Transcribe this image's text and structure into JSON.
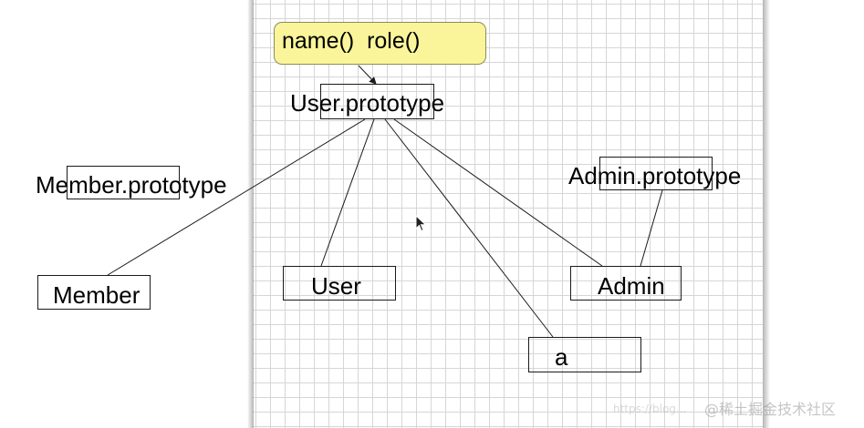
{
  "diagram": {
    "note_label": "name()  role()",
    "nodes": {
      "user_prototype": "User.prototype",
      "member_prototype": "Member.prototype",
      "admin_prototype": "Admin.prototype",
      "member": "Member",
      "user": "User",
      "admin": "Admin",
      "instance_a": "a"
    },
    "edges": [
      {
        "from": "note",
        "to": "user_prototype",
        "arrow": true
      },
      {
        "from": "user_prototype",
        "to": "member"
      },
      {
        "from": "user_prototype",
        "to": "user"
      },
      {
        "from": "user_prototype",
        "to": "instance_a"
      },
      {
        "from": "user_prototype",
        "to": "admin"
      },
      {
        "from": "admin_prototype",
        "to": "admin"
      }
    ]
  },
  "colors": {
    "note_fill": "#faf59a",
    "line": "#1a1a1a",
    "grid": "#d6d6d6"
  },
  "watermark": {
    "brand": "@稀土掘金技术社区",
    "faded": "https://blog..."
  },
  "icons": {
    "cursor": "mouse-pointer-icon"
  }
}
